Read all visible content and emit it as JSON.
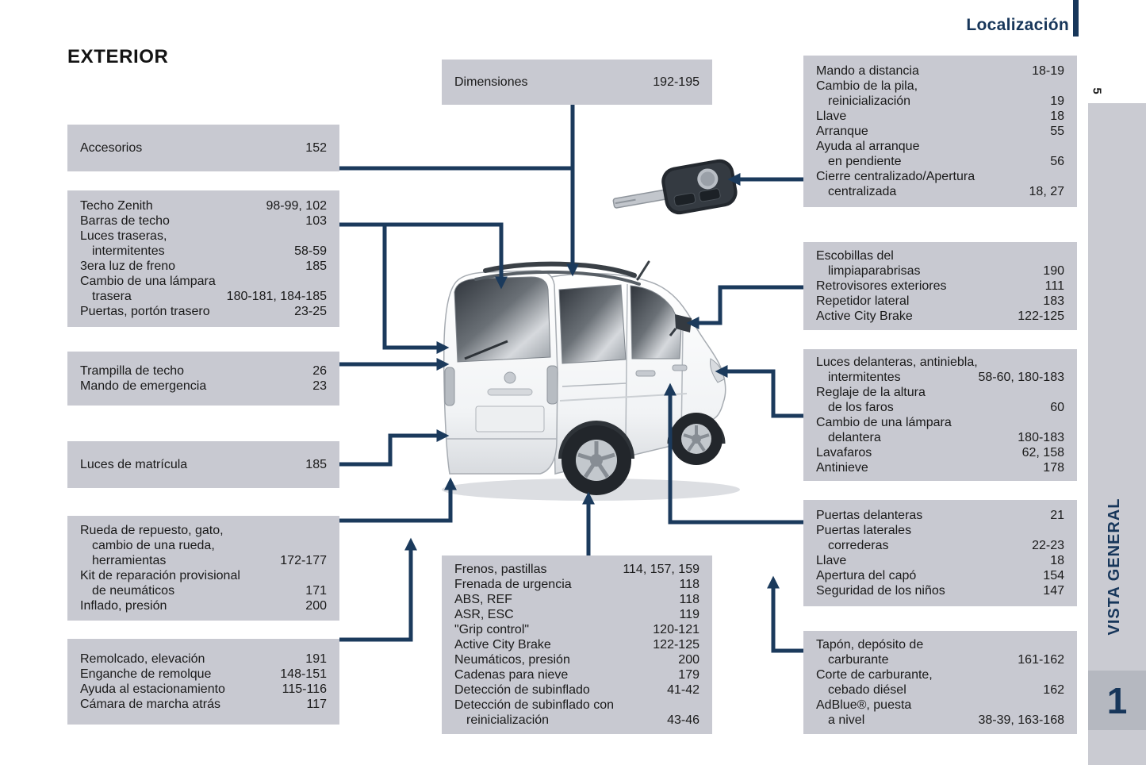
{
  "page": {
    "header": "Localización",
    "section_title": "EXTERIOR",
    "sidebar": {
      "page_number": "5",
      "tab_label": "VISTA GENERAL",
      "chapter_number": "1"
    },
    "accent_color": "#17365a",
    "box_color": "#c8c9d1",
    "leader_line_color": "#1b3a5c"
  },
  "illustrations": {
    "vehicle": "van-rear-three-quarter-view",
    "key": "remote-control-key"
  },
  "boxes": {
    "dimensiones": {
      "items": [
        {
          "label": "Dimensiones",
          "pages": "192-195"
        }
      ]
    },
    "mando": {
      "items": [
        {
          "label": "Mando a distancia",
          "pages": "18-19"
        },
        {
          "label": "Cambio de la pila,\nreinicialización",
          "pages": "19"
        },
        {
          "label": "Llave",
          "pages": "18"
        },
        {
          "label": "Arranque",
          "pages": "55"
        },
        {
          "label": "Ayuda al arranque\nen pendiente",
          "pages": "56"
        },
        {
          "label": "Cierre centralizado/Apertura\ncentralizada",
          "pages": "18, 27"
        }
      ]
    },
    "accesorios": {
      "items": [
        {
          "label": "Accesorios",
          "pages": "152"
        }
      ]
    },
    "techo": {
      "items": [
        {
          "label": "Techo Zenith",
          "pages": "98-99, 102"
        },
        {
          "label": "Barras de techo",
          "pages": "103"
        },
        {
          "label": "Luces traseras,\nintermitentes",
          "pages": "58-59"
        },
        {
          "label": "3era luz de freno",
          "pages": "185"
        },
        {
          "label": "Cambio de una lámpara\ntrasera",
          "pages": "180-181, 184-185"
        },
        {
          "label": "Puertas, portón trasero",
          "pages": "23-25"
        }
      ]
    },
    "trampilla": {
      "items": [
        {
          "label": "Trampilla de techo",
          "pages": "26"
        },
        {
          "label": "Mando de emergencia",
          "pages": "23"
        }
      ]
    },
    "matricula": {
      "items": [
        {
          "label": "Luces de matrícula",
          "pages": "185"
        }
      ]
    },
    "rueda": {
      "items": [
        {
          "label": "Rueda de repuesto, gato,\ncambio de una rueda,\nherramientas",
          "pages": "172-177"
        },
        {
          "label": "Kit de reparación provisional\nde neumáticos",
          "pages": "171"
        },
        {
          "label": "Inflado, presión",
          "pages": "200"
        }
      ]
    },
    "remolcado": {
      "items": [
        {
          "label": "Remolcado, elevación",
          "pages": "191"
        },
        {
          "label": "Enganche de remolque",
          "pages": "148-151"
        },
        {
          "label": "Ayuda al estacionamiento",
          "pages": "115-116"
        },
        {
          "label": "Cámara de marcha atrás",
          "pages": "117"
        }
      ]
    },
    "escobillas": {
      "items": [
        {
          "label": "Escobillas del\nlimpiaparabrisas",
          "pages": "190"
        },
        {
          "label": "Retrovisores exteriores",
          "pages": "111"
        },
        {
          "label": "Repetidor lateral",
          "pages": "183"
        },
        {
          "label": "Active City Brake",
          "pages": "122-125"
        }
      ]
    },
    "luces_delanteras": {
      "items": [
        {
          "label": "Luces delanteras, antiniebla,\nintermitentes",
          "pages": "58-60, 180-183"
        },
        {
          "label": "Reglaje de la altura\nde los faros",
          "pages": "60"
        },
        {
          "label": "Cambio de una lámpara\ndelantera",
          "pages": "180-183"
        },
        {
          "label": "Lavafaros",
          "pages": "62, 158"
        },
        {
          "label": "Antinieve",
          "pages": "178"
        }
      ]
    },
    "puertas": {
      "items": [
        {
          "label": "Puertas delanteras",
          "pages": "21"
        },
        {
          "label": "Puertas laterales\ncorrederas",
          "pages": "22-23"
        },
        {
          "label": "Llave",
          "pages": "18"
        },
        {
          "label": "Apertura del capó",
          "pages": "154"
        },
        {
          "label": "Seguridad de los niños",
          "pages": "147"
        }
      ]
    },
    "tapon": {
      "items": [
        {
          "label": "Tapón, depósito de\ncarburante",
          "pages": "161-162"
        },
        {
          "label": "Corte de carburante,\ncebado diésel",
          "pages": "162"
        },
        {
          "label": "AdBlue®, puesta\na nivel",
          "pages": "38-39, 163-168"
        }
      ]
    },
    "frenos": {
      "items": [
        {
          "label": "Frenos, pastillas",
          "pages": "114, 157, 159"
        },
        {
          "label": "Frenada de urgencia",
          "pages": "118"
        },
        {
          "label": "ABS, REF",
          "pages": "118"
        },
        {
          "label": "ASR, ESC",
          "pages": "119"
        },
        {
          "label": "\"Grip control\"",
          "pages": "120-121"
        },
        {
          "label": "Active City Brake",
          "pages": "122-125"
        },
        {
          "label": "Neumáticos, presión",
          "pages": "200"
        },
        {
          "label": "Cadenas para nieve",
          "pages": "179"
        },
        {
          "label": "Detección de subinflado",
          "pages": "41-42"
        },
        {
          "label": "Detección de subinflado con\nreinicialización",
          "pages": "43-46"
        }
      ]
    }
  }
}
